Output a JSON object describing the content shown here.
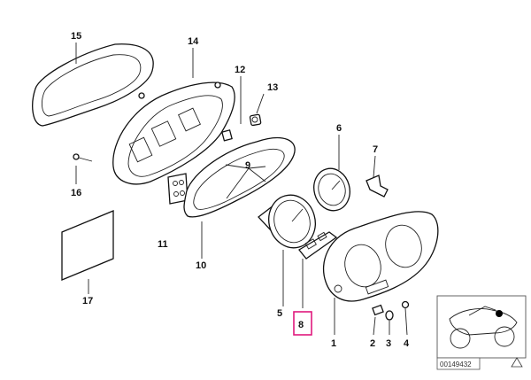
{
  "diagram": {
    "callouts": [
      "1",
      "2",
      "3",
      "4",
      "5",
      "6",
      "7",
      "8",
      "9",
      "10",
      "11",
      "12",
      "13",
      "14",
      "15",
      "16",
      "17"
    ],
    "highlight_color": "#e0197d",
    "reference_number": "00149432",
    "thumbnail": {
      "subject": "motorcycle-icon",
      "marker_color": "#000000"
    }
  }
}
